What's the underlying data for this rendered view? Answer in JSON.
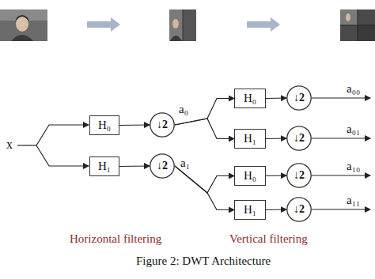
{
  "diagram": {
    "caption": "Figure 2: DWT Architecture",
    "nodes": [
      {
        "text": [
          "H₀"
        ]
      },
      {
        "text": [
          "H₁"
        ]
      },
      {
        "text": [
          "↓2"
        ]
      },
      {
        "text": [
          "↓2"
        ]
      },
      {
        "text": [
          "H₀"
        ]
      },
      {
        "text": [
          "H₁"
        ]
      },
      {
        "text": [
          "↓2"
        ]
      },
      {
        "text": [
          "↓2"
        ]
      },
      {
        "text": [
          "H₀"
        ]
      },
      {
        "text": [
          "H₁"
        ]
      },
      {
        "text": [
          "↓2"
        ]
      },
      {
        "text": [
          "↓2"
        ]
      }
    ],
    "edges": [
      {
        "from": 0,
        "to": 2,
        "arrow": "to"
      },
      {
        "from": 1,
        "to": 3,
        "arrow": "to"
      },
      {
        "from": 2,
        "to": 4,
        "arrow": "to"
      },
      {
        "from": 2,
        "to": 5,
        "arrow": "to"
      },
      {
        "from": 3,
        "to": 8,
        "arrow": "to"
      },
      {
        "from": 3,
        "to": 9,
        "arrow": "to"
      },
      {
        "from": 4,
        "to": 6,
        "arrow": "to"
      },
      {
        "from": 5,
        "to": 7,
        "arrow": "to"
      },
      {
        "from": 8,
        "to": 10,
        "arrow": "to"
      },
      {
        "from": 9,
        "to": 11,
        "arrow": "to"
      }
    ],
    "labels": [
      "x",
      "a₀",
      "a₁",
      "a₀₀",
      "a₀₁",
      "a₁₀",
      "a₁₁",
      "Horizontal filtering",
      "Vertical filtering"
    ]
  }
}
